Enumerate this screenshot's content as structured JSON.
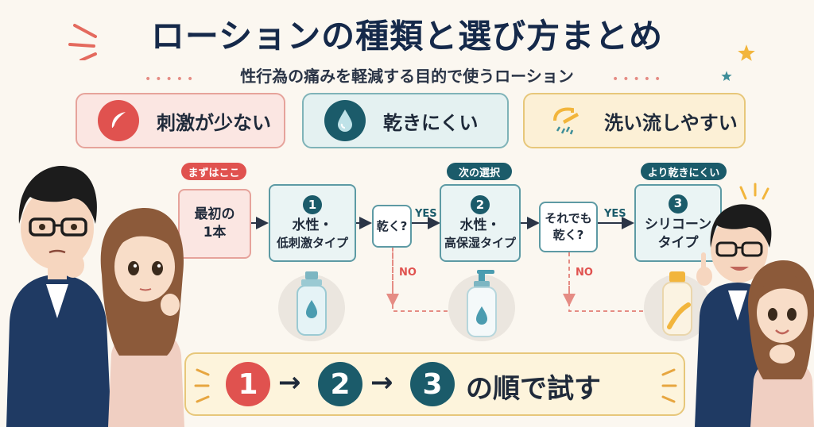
{
  "title": "ローションの種類と選び方まとめ",
  "subtitle": "性行為の痛みを軽減する目的で使うローション",
  "features": [
    {
      "label": "刺激が少ない",
      "icon": "feather-icon"
    },
    {
      "label": "乾きにくい",
      "icon": "water-drop-icon"
    },
    {
      "label": "洗い流しやすい",
      "icon": "shower-icon"
    }
  ],
  "tags": {
    "first": "まずはここ",
    "second": "次の選択",
    "third": "より乾きにくい"
  },
  "start_box": {
    "line1": "最初の",
    "line2": "1本"
  },
  "steps": [
    {
      "num": "1",
      "line1": "水性・",
      "line2": "低刺激タイプ"
    },
    {
      "num": "2",
      "line1": "水性・",
      "line2": "高保湿タイプ"
    },
    {
      "num": "3",
      "line1": "シリコーン",
      "line2": "タイプ"
    }
  ],
  "questions": [
    {
      "line1": "乾く?",
      "line2": ""
    },
    {
      "line1": "それでも",
      "line2": "乾く?"
    }
  ],
  "yes_label": "YES",
  "no_label": "NO",
  "banner": {
    "n1": "1",
    "n2": "2",
    "n3": "3",
    "text": "の順で試す"
  },
  "colors": {
    "coral": "#e0524f",
    "teal": "#1b5b6a",
    "gold": "#f2b53c",
    "navy": "#15294a"
  }
}
